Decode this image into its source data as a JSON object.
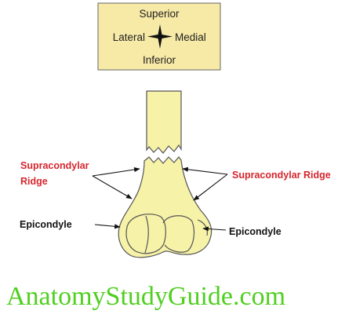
{
  "orientation": {
    "superior": "Superior",
    "inferior": "Inferior",
    "lateral": "Lateral",
    "medial": "Medial",
    "box_color": "#f7e9a6"
  },
  "labels": {
    "supracondylar_left_line1": "Supracondylar",
    "supracondylar_left_line2": "Ridge",
    "supracondylar_right": "Supracondylar Ridge",
    "epicondyle_left": "Epicondyle",
    "epicondyle_right": "Epicondyle"
  },
  "bone_color": "#f6f2a8",
  "label_red": "#d6262e",
  "watermark": {
    "text": "AnatomyStudyGuide.com",
    "color": "#4fcf1f"
  }
}
